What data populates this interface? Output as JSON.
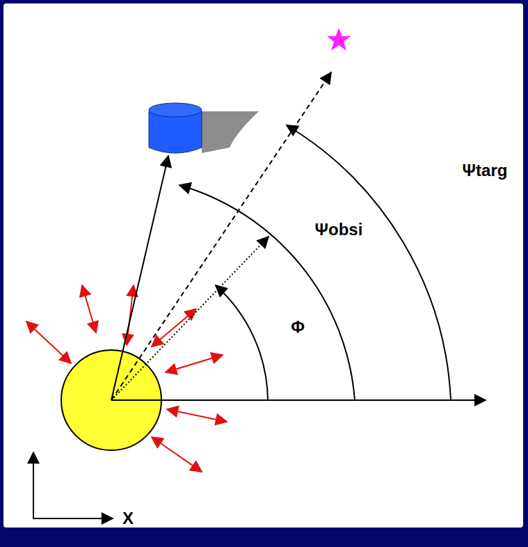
{
  "diagram": {
    "labels": [
      "Ψtarg",
      "Ψobsi",
      "Φ",
      "X"
    ]
  }
}
